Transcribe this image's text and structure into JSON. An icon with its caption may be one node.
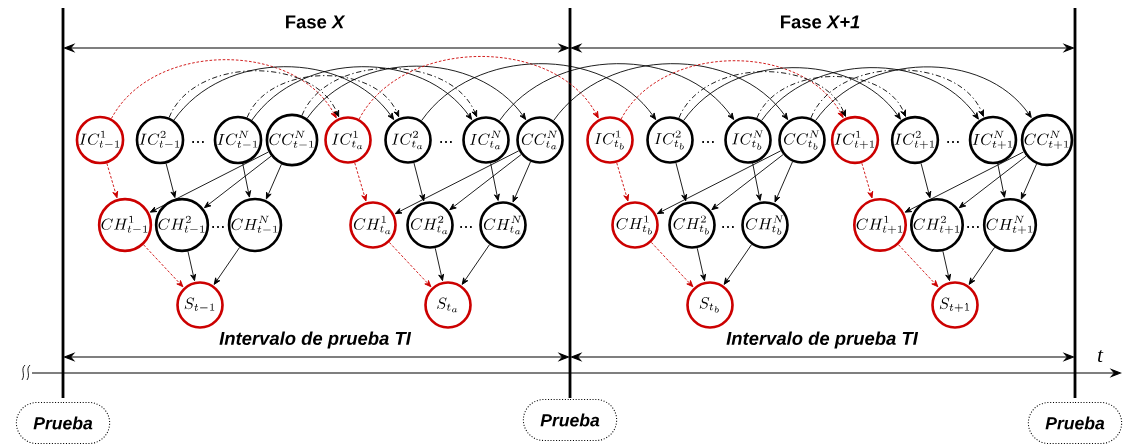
{
  "diagram": {
    "nodes": [
      {
        "text": [
          "IC^{1}_{t-1}"
        ]
      },
      {
        "text": [
          "IC^{2}_{t-1}"
        ]
      },
      {
        "text": [
          "IC^{N}_{t-1}"
        ]
      },
      {
        "text": [
          "CC^{N}_{t-1}"
        ]
      },
      {
        "text": [
          "CH^{1}_{t-1}"
        ]
      },
      {
        "text": [
          "CH^{2}_{t-1}"
        ]
      },
      {
        "text": [
          "CH^{N}_{t-1}"
        ]
      },
      {
        "text": [
          "S_{t-1}"
        ]
      },
      {
        "text": [
          "IC^{1}_{t_a}"
        ]
      },
      {
        "text": [
          "IC^{2}_{t_a}"
        ]
      },
      {
        "text": [
          "IC^{N}_{t_a}"
        ]
      },
      {
        "text": [
          "CC^{N}_{t_a}"
        ]
      },
      {
        "text": [
          "CH^{1}_{t_a}"
        ]
      },
      {
        "text": [
          "CH^{2}_{t_a}"
        ]
      },
      {
        "text": [
          "CH^{N}_{t_a}"
        ]
      },
      {
        "text": [
          "S_{t_a}"
        ]
      },
      {
        "text": [
          "IC^{1}_{t_b}"
        ]
      },
      {
        "text": [
          "IC^{2}_{t_b}"
        ]
      },
      {
        "text": [
          "IC^{N}_{t_b}"
        ]
      },
      {
        "text": [
          "CC^{N}_{t_b}"
        ]
      },
      {
        "text": [
          "CH^{1}_{t_b}"
        ]
      },
      {
        "text": [
          "CH^{2}_{t_b}"
        ]
      },
      {
        "text": [
          "CH^{N}_{t_b}"
        ]
      },
      {
        "text": [
          "S_{t_b}"
        ]
      },
      {
        "text": [
          "IC^{1}_{t+1}"
        ]
      },
      {
        "text": [
          "IC^{2}_{t+1}"
        ]
      },
      {
        "text": [
          "IC^{N}_{t+1}"
        ]
      },
      {
        "text": [
          "CC^{N}_{t+1}"
        ]
      },
      {
        "text": [
          "CH^{1}_{t+1}"
        ]
      },
      {
        "text": [
          "CH^{2}_{t+1}"
        ]
      },
      {
        "text": [
          "CH^{N}_{t+1}"
        ]
      },
      {
        "text": [
          "S_{t+1}"
        ]
      },
      {
        "text": [
          "Prueba"
        ]
      },
      {
        "text": [
          "Prueba"
        ]
      },
      {
        "text": [
          "Prueba"
        ]
      }
    ],
    "edges": [
      {
        "from": 0,
        "to": 4,
        "arrow": "to",
        "style": "dashed",
        "color": "#cc0000"
      },
      {
        "from": 1,
        "to": 5,
        "arrow": "to"
      },
      {
        "from": 2,
        "to": 6,
        "arrow": "to"
      },
      {
        "from": 3,
        "to": 4,
        "arrow": "to"
      },
      {
        "from": 3,
        "to": 5,
        "arrow": "to"
      },
      {
        "from": 3,
        "to": 6,
        "arrow": "to"
      },
      {
        "from": 4,
        "to": 7,
        "arrow": "to",
        "style": "dashed",
        "color": "#cc0000"
      },
      {
        "from": 5,
        "to": 7,
        "arrow": "to"
      },
      {
        "from": 6,
        "to": 7,
        "arrow": "to"
      },
      {
        "from": 8,
        "to": 12,
        "arrow": "to",
        "style": "dashed",
        "color": "#cc0000"
      },
      {
        "from": 9,
        "to": 13,
        "arrow": "to"
      },
      {
        "from": 10,
        "to": 14,
        "arrow": "to"
      },
      {
        "from": 11,
        "to": 12,
        "arrow": "to"
      },
      {
        "from": 11,
        "to": 13,
        "arrow": "to"
      },
      {
        "from": 11,
        "to": 14,
        "arrow": "to"
      },
      {
        "from": 12,
        "to": 15,
        "arrow": "to",
        "style": "dashed",
        "color": "#cc0000"
      },
      {
        "from": 13,
        "to": 15,
        "arrow": "to"
      },
      {
        "from": 14,
        "to": 15,
        "arrow": "to"
      },
      {
        "from": 16,
        "to": 20,
        "arrow": "to",
        "style": "dashed",
        "color": "#cc0000"
      },
      {
        "from": 17,
        "to": 21,
        "arrow": "to"
      },
      {
        "from": 18,
        "to": 22,
        "arrow": "to"
      },
      {
        "from": 19,
        "to": 20,
        "arrow": "to"
      },
      {
        "from": 19,
        "to": 21,
        "arrow": "to"
      },
      {
        "from": 19,
        "to": 22,
        "arrow": "to"
      },
      {
        "from": 20,
        "to": 23,
        "arrow": "to",
        "style": "dashed",
        "color": "#cc0000"
      },
      {
        "from": 21,
        "to": 23,
        "arrow": "to"
      },
      {
        "from": 22,
        "to": 23,
        "arrow": "to"
      },
      {
        "from": 24,
        "to": 28,
        "arrow": "to",
        "style": "dashed",
        "color": "#cc0000"
      },
      {
        "from": 25,
        "to": 29,
        "arrow": "to"
      },
      {
        "from": 26,
        "to": 30,
        "arrow": "to"
      },
      {
        "from": 27,
        "to": 28,
        "arrow": "to"
      },
      {
        "from": 27,
        "to": 29,
        "arrow": "to"
      },
      {
        "from": 27,
        "to": 30,
        "arrow": "to"
      },
      {
        "from": 28,
        "to": 31,
        "arrow": "to",
        "style": "dashed",
        "color": "#cc0000"
      },
      {
        "from": 29,
        "to": 31,
        "arrow": "to"
      },
      {
        "from": 30,
        "to": 31,
        "arrow": "to"
      },
      {
        "from": 0,
        "to": 8,
        "arrow": "to",
        "style": "dashed",
        "color": "#cc0000"
      },
      {
        "from": 1,
        "to": 9,
        "arrow": "to"
      },
      {
        "from": 2,
        "to": 10,
        "arrow": "to"
      },
      {
        "from": 3,
        "to": 11,
        "arrow": "to"
      },
      {
        "from": 1,
        "to": 8,
        "arrow": "to",
        "style": "dashed"
      },
      {
        "from": 2,
        "to": 9,
        "arrow": "to",
        "style": "dashed"
      },
      {
        "from": 3,
        "to": 10,
        "arrow": "to",
        "style": "dashed"
      },
      {
        "from": 8,
        "to": 16,
        "arrow": "to",
        "style": "dashed",
        "color": "#cc0000"
      },
      {
        "from": 9,
        "to": 17,
        "arrow": "to"
      },
      {
        "from": 10,
        "to": 18,
        "arrow": "to"
      },
      {
        "from": 11,
        "to": 19,
        "arrow": "to"
      },
      {
        "from": 16,
        "to": 24,
        "arrow": "to",
        "style": "dashed",
        "color": "#cc0000"
      },
      {
        "from": 17,
        "to": 25,
        "arrow": "to"
      },
      {
        "from": 18,
        "to": 26,
        "arrow": "to"
      },
      {
        "from": 19,
        "to": 27,
        "arrow": "to"
      },
      {
        "from": 17,
        "to": 24,
        "arrow": "to",
        "style": "dashed"
      },
      {
        "from": 18,
        "to": 25,
        "arrow": "to",
        "style": "dashed"
      },
      {
        "from": 19,
        "to": 26,
        "arrow": "to",
        "style": "dashed"
      }
    ],
    "labels": [
      "Fase *X*",
      "Fase *X+1*",
      "...",
      "...",
      "...",
      "...",
      "...",
      "...",
      "...",
      "...",
      "Intervalo de prueba TI",
      "Intervalo de prueba TI",
      "t"
    ]
  }
}
